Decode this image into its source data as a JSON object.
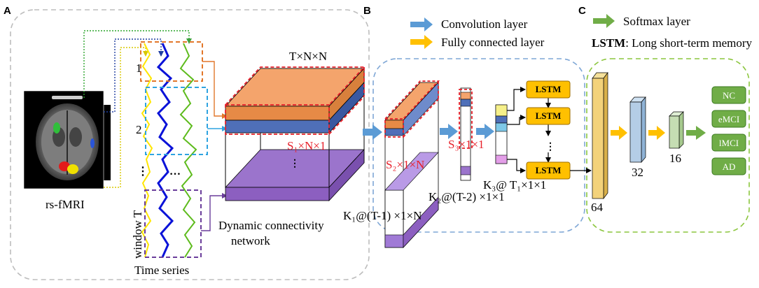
{
  "panels": {
    "a": "A",
    "b": "B",
    "c": "C"
  },
  "panel_a": {
    "input_label": "rs-fMRI",
    "window_numbers": [
      "1",
      "2"
    ],
    "window_label": "window T",
    "time_series_label": "Time series",
    "tensor_label": "T×N×N",
    "slice_label": "S₁×N×1",
    "network_label_line1": "Dynamic connectivity",
    "network_label_line2": "network"
  },
  "legend": {
    "convolution": "Convolution layer",
    "fully_connected": "Fully connected layer",
    "softmax": "Softmax layer",
    "lstm_abbr": "LSTM",
    "lstm_full": ": Long short-term memory"
  },
  "panel_b": {
    "s2_label": "S₂×1×N",
    "s3_label": "S₃×1×1",
    "k1_label": "K₁@(T-1) ×1×N",
    "k2_label": "K₂@(T-2) ×1×1",
    "k3_label": "K₃@ T₁×1×1",
    "lstm_label": "LSTM"
  },
  "panel_c": {
    "dims": [
      "64",
      "32",
      "16"
    ],
    "classes": [
      "NC",
      "eMCI",
      "lMCI",
      "AD"
    ]
  },
  "colors": {
    "conv_arrow": "#5b9bd5",
    "fc_arrow": "#ffc000",
    "softmax_arrow": "#70ad47",
    "lstm_fill": "#ffc000",
    "class_fill": "#70ad47",
    "tensor_top": "#f4a46c",
    "tensor_blue": "#4f6fb8",
    "tensor_purple": "#8c5fc0"
  }
}
